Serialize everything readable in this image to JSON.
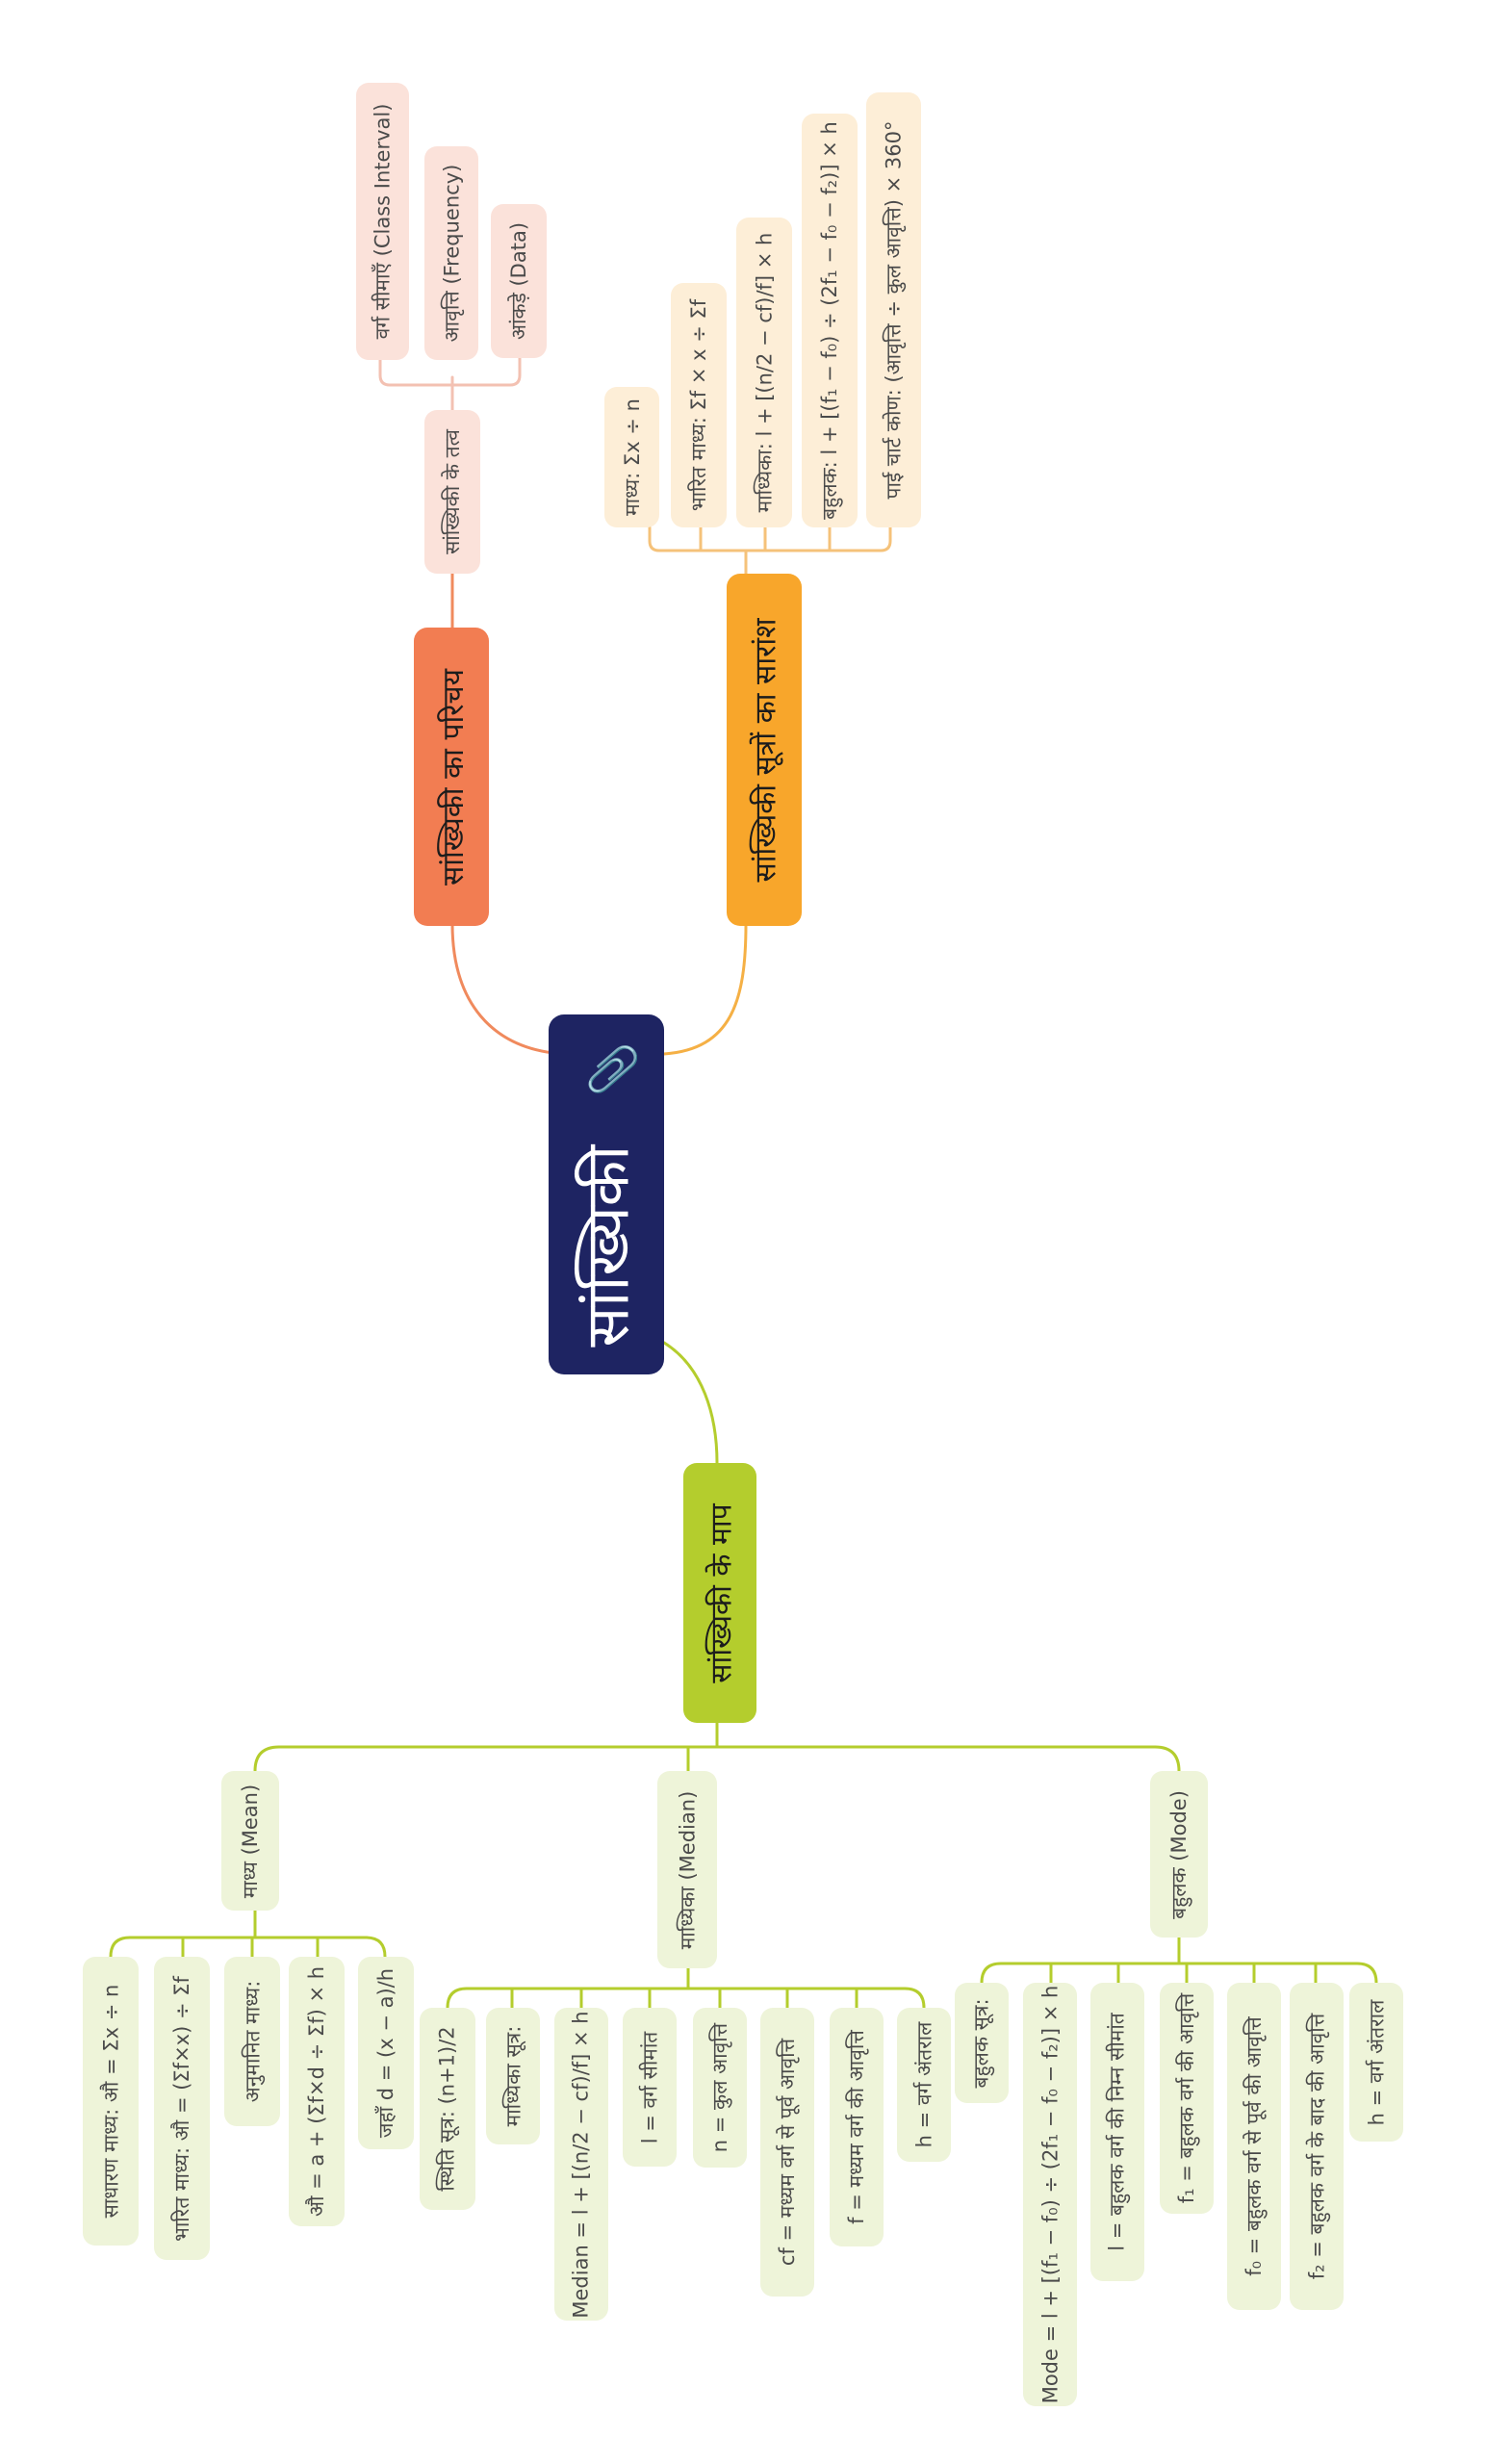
{
  "root": {
    "label": "सांख्यिकी",
    "icon": "paperclip-icon"
  },
  "colors": {
    "root": "#1e2462",
    "intro": "#f27d52",
    "summary": "#f8a62b",
    "measures": "#b4cd2d"
  },
  "branches": {
    "intro": {
      "label": "सांख्यिकी का परिचय",
      "sub": {
        "label": "सांख्यिकी के तत्व",
        "items": [
          "वर्ग सीमाएँ (Class Interval)",
          "आवृत्ति (Frequency)",
          "आंकड़े (Data)"
        ]
      }
    },
    "summary": {
      "label": "सांख्यिकी सूत्रों का सारांश",
      "items": [
        "माध्य: Σx ÷ n",
        "भारित माध्य: Σf × x ÷ Σf",
        "माध्यिका: l + [(n/2 − cf)/f] × h",
        "बहुलक: l + [(f₁ − f₀) ÷ (2f₁ − f₀ − f₂)] × h",
        "पाई चार्ट कोण: (आवृत्ति ÷ कुल आवृत्ति) × 360°"
      ]
    },
    "measures": {
      "label": "सांख्यिकी के माप",
      "mean": {
        "label": "माध्य (Mean)",
        "items": [
          "साधारण माध्य: औ = Σx ÷ n",
          "भारित माध्य: औ = (Σf×x) ÷ Σf",
          "अनुमानित माध्य:",
          "औ = a + (Σf×d ÷ Σf) × h",
          "जहाँ d = (x − a)/h"
        ]
      },
      "median": {
        "label": "माध्यिका (Median)",
        "items": [
          "स्थिति सूत्र: (n+1)/2",
          "माध्यिका सूत्र:",
          "Median = l + [(n/2 − cf)/f] × h",
          "l = वर्ग सीमांत",
          "n = कुल आवृत्ति",
          "cf = मध्यम वर्ग से पूर्व आवृत्ति",
          "f = मध्यम वर्ग की आवृत्ति",
          "h = वर्ग अंतराल"
        ]
      },
      "mode": {
        "label": "बहुलक (Mode)",
        "items": [
          "बहुलक सूत्र:",
          "Mode = l + [(f₁ − f₀) ÷ (2f₁ − f₀ − f₂)] × h",
          "l = बहुलक वर्ग की निम्न सीमांत",
          "f₁ = बहुलक वर्ग की आवृत्ति",
          "f₀ = बहुलक वर्ग से पूर्व की आवृत्ति",
          "f₂ = बहुलक वर्ग के बाद की आवृत्ति",
          "h = वर्ग अंतराल"
        ]
      }
    }
  }
}
